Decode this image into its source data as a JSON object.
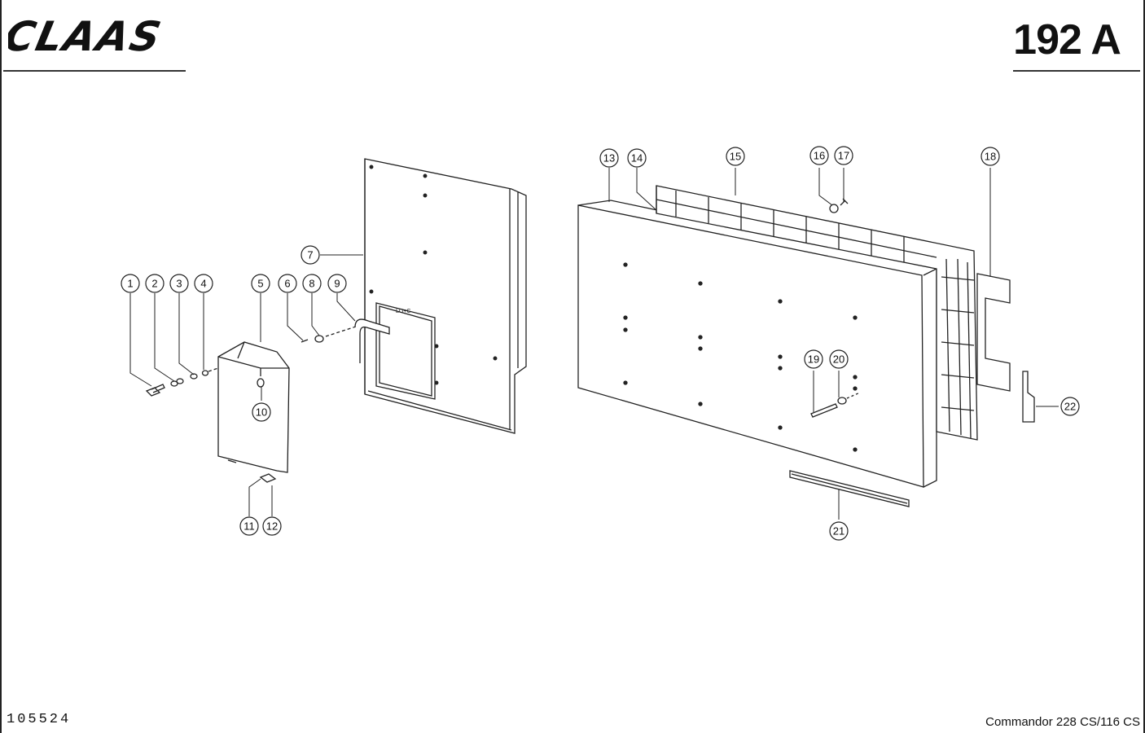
{
  "header": {
    "brand": "CLAAS",
    "sheet_number": "192 A"
  },
  "footer": {
    "drawing_number": "105524",
    "model": "Commandor 228 CS/116 CS"
  },
  "callouts": [
    "1",
    "2",
    "3",
    "4",
    "5",
    "6",
    "7",
    "8",
    "9",
    "10",
    "11",
    "12",
    "13",
    "14",
    "15",
    "16",
    "17",
    "18",
    "19",
    "20",
    "21",
    "22"
  ],
  "panel_marking": "LO+C"
}
